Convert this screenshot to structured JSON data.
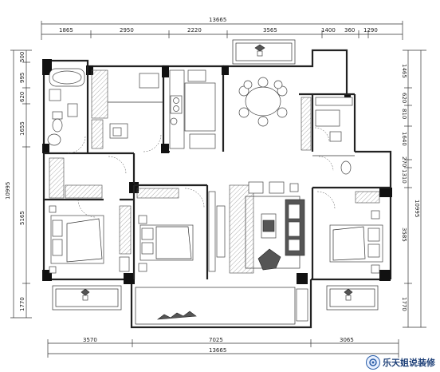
{
  "plan": {
    "dimensions": {
      "top_total": "13665",
      "top_segments": [
        "1865",
        "2950",
        "2220",
        "3565",
        "1400",
        "360",
        "1290"
      ],
      "bottom_total": "13665",
      "bottom_segments": [
        "3570",
        "7025",
        "3065"
      ],
      "left_total": "10995",
      "left_segments": [
        "500",
        "995",
        "620",
        "1655",
        "5165",
        "1770"
      ],
      "right_total": "10995",
      "right_segments": [
        "1465",
        "620",
        "810",
        "1640",
        "270",
        "1310",
        "3585",
        "1770"
      ]
    },
    "icons": [
      "plant-icon",
      "dining-table-icon",
      "sofa-icon",
      "bed-icon",
      "bathtub-icon",
      "toilet-icon",
      "stove-icon"
    ],
    "colors": {
      "wall": "#222222",
      "background": "#ffffff",
      "watermark": "#1d3f77"
    }
  },
  "watermark": {
    "text": "乐天姐说装修"
  }
}
